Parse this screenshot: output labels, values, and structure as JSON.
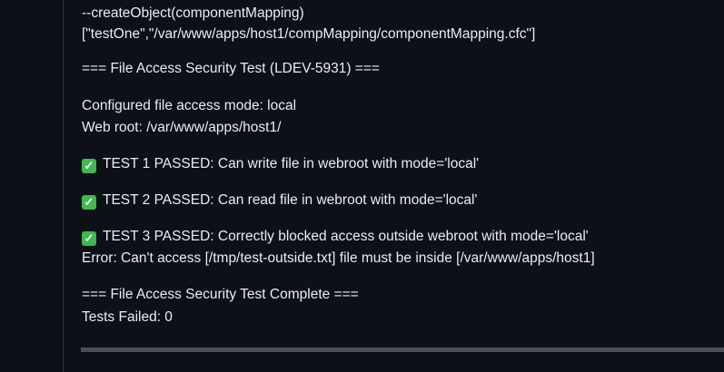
{
  "output": {
    "lines": [
      "--createObject(componentMapping)",
      "[\"testOne\",\"/var/www/apps/host1/compMapping/componentMapping.cfc\"]",
      "=== File Access Security Test (LDEV-5931) ===",
      "Configured file access mode: local",
      "Web root: /var/www/apps/host1/",
      "TEST 1 PASSED: Can write file in webroot with mode='local'",
      "TEST 2 PASSED: Can read file in webroot with mode='local'",
      "TEST 3 PASSED: Correctly blocked access outside webroot with mode='local'",
      "Error: Can't access [/tmp/test-outside.txt] file must be inside [/var/www/apps/host1]",
      "=== File Access Security Test Complete ===",
      "Tests Failed: 0"
    ],
    "check_icon": "white-heavy-check-mark",
    "accent_color": "#3fb950"
  }
}
